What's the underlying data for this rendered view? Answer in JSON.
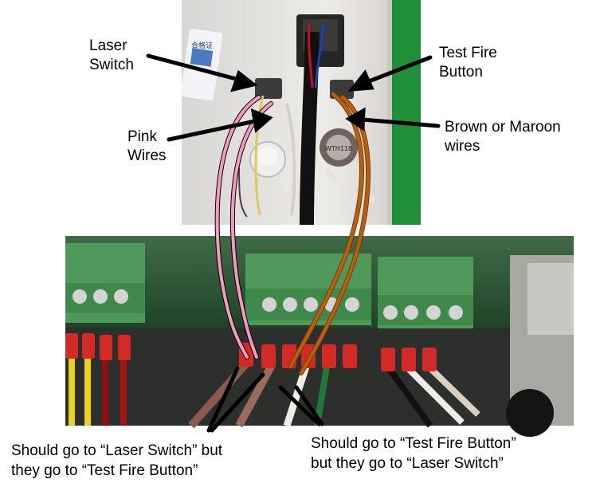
{
  "labels": {
    "laser_switch": [
      "Laser",
      "Switch"
    ],
    "test_fire": [
      "Test Fire",
      "Button"
    ],
    "pink_wires": [
      "Pink",
      "Wires"
    ],
    "brown_wires": [
      "Brown or Maroon",
      "wires"
    ]
  },
  "captions": {
    "left": [
      "Should go to “Laser Switch” but",
      "they go to “Test Fire Button”"
    ],
    "right": [
      "Should go to “Test Fire Button”",
      "but they go to “Laser Switch”"
    ]
  },
  "sticker_text": [
    "合格证"
  ],
  "component_text": [
    "WTH118"
  ],
  "colors": {
    "pink_wire": "#f49ac1",
    "brown_wire": "#b8600e",
    "terminal_green": "#4f9a5a",
    "panel_green": "#1f8f3a",
    "panel_white": "#e9e6e3",
    "board_green": "#2e7a3e",
    "red_ferrule": "#d42a25",
    "arrow": "#000000"
  }
}
